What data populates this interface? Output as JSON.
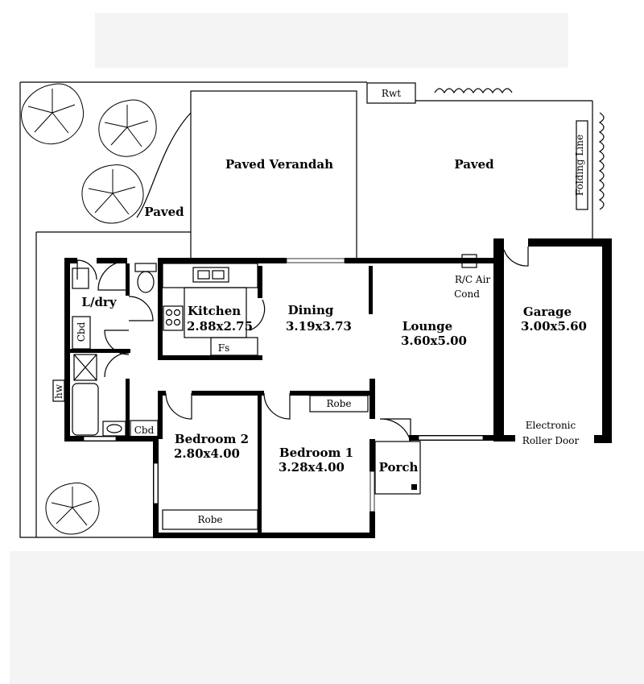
{
  "rooms": {
    "paved_verandah": "Paved Verandah",
    "paved_top": "Paved",
    "paved_left": "Paved",
    "rwt": "Rwt",
    "folding_line": "Folding Line",
    "laundry": "L/dry",
    "cbd_laundry": "Cbd",
    "hw": "hw",
    "cbd_bath": "Cbd",
    "kitchen": {
      "name": "Kitchen",
      "size": "2.88x2.75"
    },
    "fs": "Fs",
    "dining": {
      "name": "Dining",
      "size": "3.19x3.73"
    },
    "lounge": {
      "name": "Lounge",
      "size": "3.60x5.00"
    },
    "aircon": {
      "line1": "R/C Air",
      "line2": "Cond"
    },
    "garage": {
      "name": "Garage",
      "size": "3.00x5.60"
    },
    "garage_door": {
      "line1": "Electronic",
      "line2": "Roller Door"
    },
    "bedroom2": {
      "name": "Bedroom 2",
      "size": "2.80x4.00"
    },
    "bedroom1": {
      "name": "Bedroom 1",
      "size": "3.28x4.00"
    },
    "robe_bed1": "Robe",
    "robe_bed2": "Robe",
    "porch": "Porch"
  }
}
